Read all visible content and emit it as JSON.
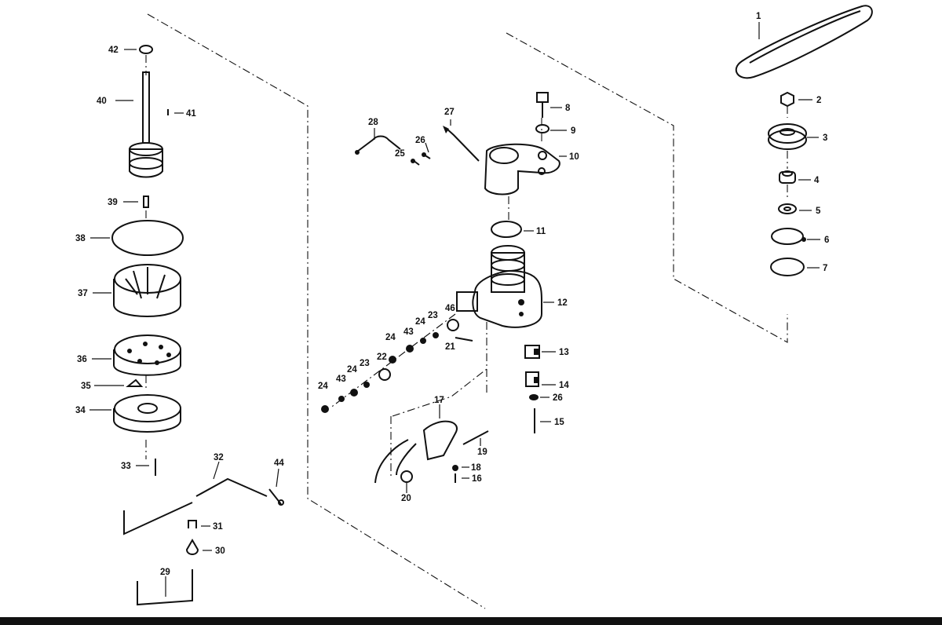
{
  "callouts": [
    {
      "id": "c1",
      "text": "1"
    },
    {
      "id": "c2",
      "text": "2"
    },
    {
      "id": "c3",
      "text": "3"
    },
    {
      "id": "c4",
      "text": "4"
    },
    {
      "id": "c5",
      "text": "5"
    },
    {
      "id": "c6",
      "text": "6"
    },
    {
      "id": "c7",
      "text": "7"
    },
    {
      "id": "c8",
      "text": "8"
    },
    {
      "id": "c9",
      "text": "9"
    },
    {
      "id": "c10",
      "text": "10"
    },
    {
      "id": "c11",
      "text": "11"
    },
    {
      "id": "c12",
      "text": "12"
    },
    {
      "id": "c13",
      "text": "13"
    },
    {
      "id": "c14",
      "text": "14"
    },
    {
      "id": "c15",
      "text": "15"
    },
    {
      "id": "c16",
      "text": "16"
    },
    {
      "id": "c17",
      "text": "17"
    },
    {
      "id": "c18",
      "text": "18"
    },
    {
      "id": "c19",
      "text": "19"
    },
    {
      "id": "c20",
      "text": "20"
    },
    {
      "id": "c21",
      "text": "21"
    },
    {
      "id": "c22",
      "text": "22"
    },
    {
      "id": "c23a",
      "text": "23"
    },
    {
      "id": "c23b",
      "text": "23"
    },
    {
      "id": "c24a",
      "text": "24"
    },
    {
      "id": "c24b",
      "text": "24"
    },
    {
      "id": "c24c",
      "text": "24"
    },
    {
      "id": "c24d",
      "text": "24"
    },
    {
      "id": "c25",
      "text": "25"
    },
    {
      "id": "c26a",
      "text": "26"
    },
    {
      "id": "c26b",
      "text": "26"
    },
    {
      "id": "c27",
      "text": "27"
    },
    {
      "id": "c28",
      "text": "28"
    },
    {
      "id": "c29",
      "text": "29"
    },
    {
      "id": "c30",
      "text": "30"
    },
    {
      "id": "c31",
      "text": "31"
    },
    {
      "id": "c32",
      "text": "32"
    },
    {
      "id": "c33",
      "text": "33"
    },
    {
      "id": "c34",
      "text": "34"
    },
    {
      "id": "c35",
      "text": "35"
    },
    {
      "id": "c36",
      "text": "36"
    },
    {
      "id": "c37",
      "text": "37"
    },
    {
      "id": "c38",
      "text": "38"
    },
    {
      "id": "c39",
      "text": "39"
    },
    {
      "id": "c40",
      "text": "40"
    },
    {
      "id": "c41",
      "text": "41"
    },
    {
      "id": "c42",
      "text": "42"
    },
    {
      "id": "c43a",
      "text": "43"
    },
    {
      "id": "c43b",
      "text": "43"
    },
    {
      "id": "c44",
      "text": "44"
    },
    {
      "id": "c46",
      "text": "46"
    }
  ]
}
